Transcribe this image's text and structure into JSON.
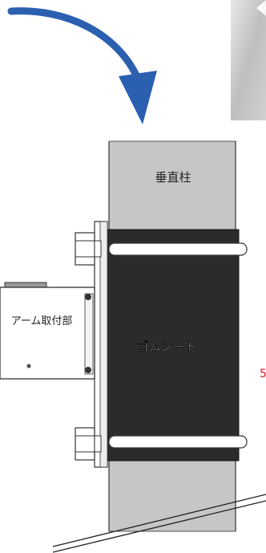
{
  "labels": {
    "pillar": "垂直柱",
    "arm_mount": "アーム取付部",
    "rubber_sheet": "ゴムシート",
    "right_edge_fragment": "5"
  },
  "colors": {
    "arrow": "#2b5fb0",
    "pillar": "#c8c8c8",
    "rubber": "#2b2b2b",
    "red_text": "#d81e1e",
    "photo": "#d9d9d9"
  },
  "icons": {
    "arrow": "curved-down-arrow-icon"
  }
}
